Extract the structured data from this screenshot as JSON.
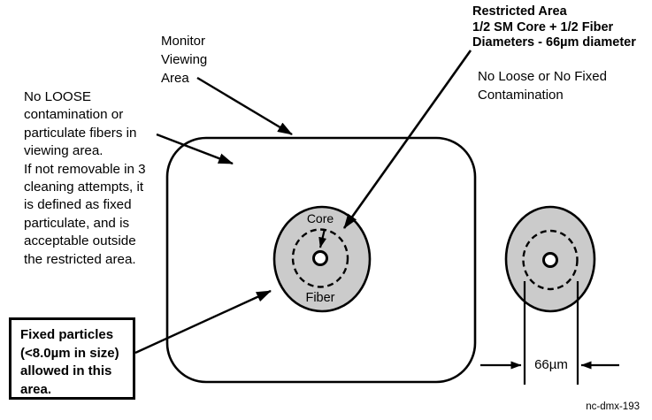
{
  "colors": {
    "background": "#ffffff",
    "line": "#000000",
    "fiber_fill": "#cbcbcb"
  },
  "annotations": {
    "monitor": "Monitor\nViewing\nArea",
    "restricted_title": "Restricted Area\n1/2 SM Core + 1/2 Fiber\nDiameters - 66µm diameter",
    "restricted_sub": "No Loose or No Fixed\nContamination",
    "left_note": "No LOOSE\ncontamination or\nparticulate fibers in\nviewing area.\nIf not removable in 3\ncleaning attempts, it\nis defined as fixed\nparticulate, and is\nacceptable outside\nthe restricted area.",
    "fixed_box": "Fixed particles\n(<8.0µm in size)\nallowed in this\narea.",
    "core": "Core",
    "fiber": "Fiber",
    "dimension": "66µm",
    "figure_id": "nc-dmx-193"
  }
}
